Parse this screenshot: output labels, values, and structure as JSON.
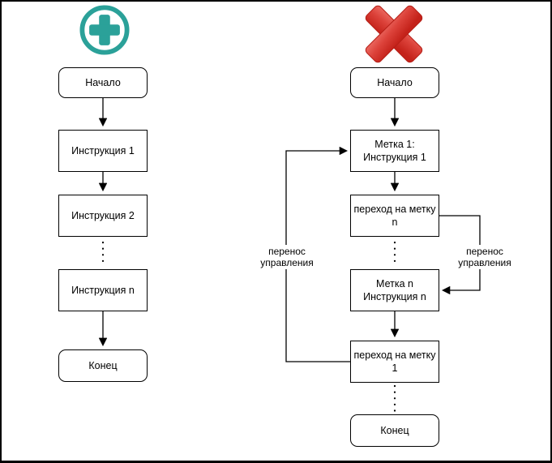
{
  "colors": {
    "good_icon": "#2ba199",
    "bad_icon_light": "#ec6a62",
    "bad_icon_mid": "#dc423a",
    "bad_icon_dark": "#c4221a",
    "bad_icon_edge": "#b51f17",
    "node_border": "#000000",
    "node_fill": "#ffffff"
  },
  "left_column": {
    "icon": "plus-circle-icon",
    "nodes": {
      "start": {
        "label": "Начало"
      },
      "i1": {
        "label": "Инструкция 1"
      },
      "i2": {
        "label": "Инструкция 2"
      },
      "inn": {
        "label": "Инструкция n"
      },
      "end": {
        "label": "Конец"
      }
    }
  },
  "right_column": {
    "icon": "red-cross-icon",
    "nodes": {
      "start": {
        "label": "Начало"
      },
      "m1": {
        "line1": "Метка 1:",
        "line2": "Инструкция 1"
      },
      "gn": {
        "line1": "переход на метку",
        "line2": "n"
      },
      "mn": {
        "line1": "Метка n",
        "line2": "Инструкция n"
      },
      "g1": {
        "line1": "переход на метку",
        "line2": "1"
      },
      "end": {
        "label": "Конец"
      }
    },
    "edge_labels": {
      "left_loop": {
        "line1": "перенос",
        "line2": "управления"
      },
      "right_loop": {
        "line1": "перенос",
        "line2": "управления"
      }
    }
  }
}
